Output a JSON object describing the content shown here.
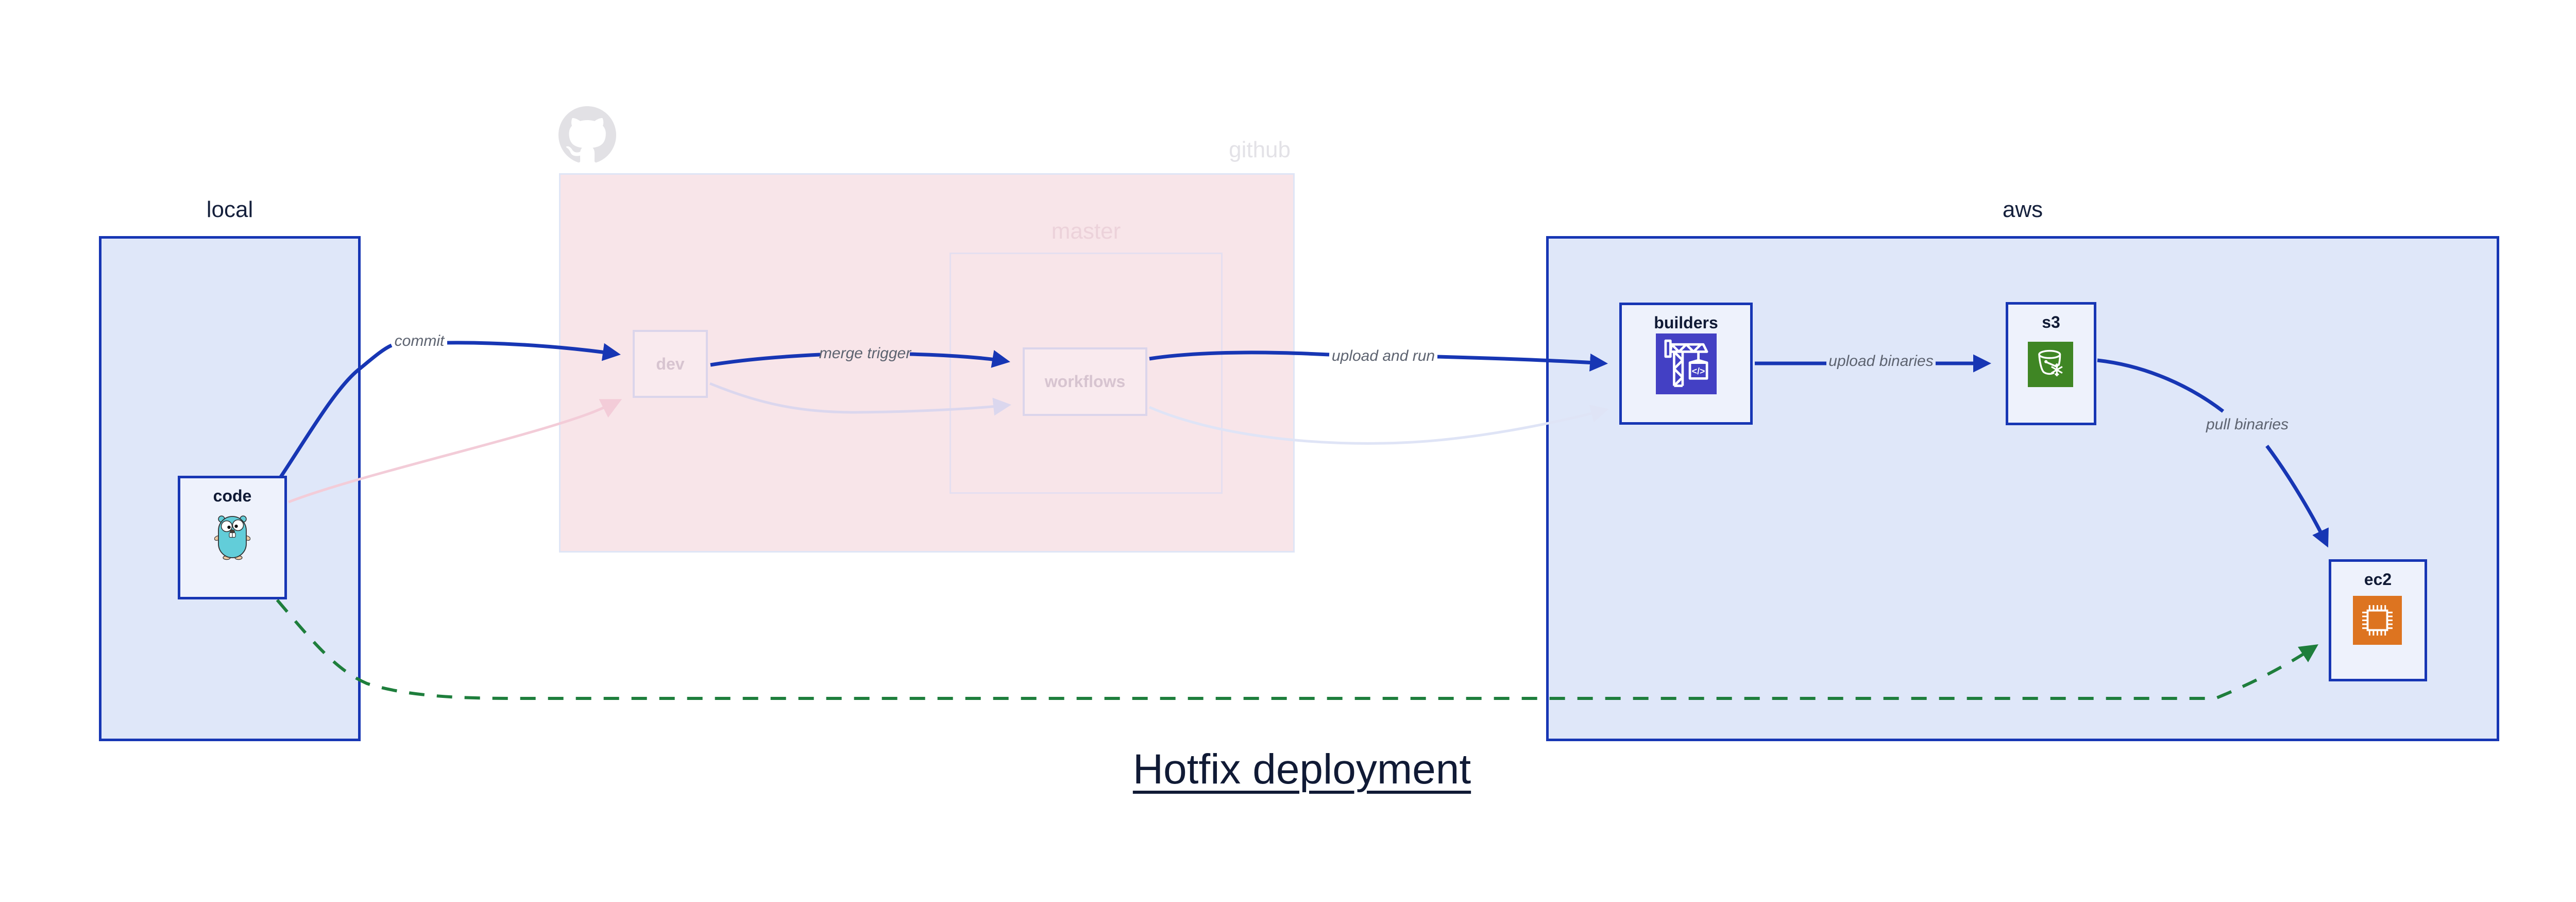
{
  "title": "Hotfix deployment",
  "regions": {
    "local": {
      "label": "local"
    },
    "github": {
      "label": "github",
      "master": "master"
    },
    "aws": {
      "label": "aws"
    }
  },
  "nodes": {
    "code": {
      "label": "code",
      "icon": "go-gopher-icon"
    },
    "dev": {
      "label": "dev"
    },
    "workflows": {
      "label": "workflows"
    },
    "builders": {
      "label": "builders",
      "icon": "codebuild-crane-icon",
      "icon_symbol": "</>"
    },
    "s3": {
      "label": "s3",
      "icon": "s3-bucket-icon"
    },
    "ec2": {
      "label": "ec2",
      "icon": "ec2-chip-icon"
    }
  },
  "edges": {
    "commit": {
      "label": "commit",
      "style": "solid-blue"
    },
    "merge_trigger": {
      "label": "merge trigger",
      "style": "solid-blue"
    },
    "upload_and_run": {
      "label": "upload and run",
      "style": "solid-blue"
    },
    "upload_binaries": {
      "label": "upload binaries",
      "style": "solid-blue"
    },
    "pull_binaries": {
      "label": "pull binaries",
      "style": "solid-blue"
    },
    "hotfix_code_to_ec2": {
      "label": "",
      "style": "dashed-green"
    },
    "faded_code_to_dev": {
      "label": "",
      "style": "faded-pink"
    },
    "faded_dev_to_workflows": {
      "label": "",
      "style": "faded-lavender"
    },
    "faded_workflows_to_builders": {
      "label": "",
      "style": "faded-blue"
    }
  },
  "colors": {
    "accent_blue": "#1736b4",
    "hotfix_green": "#1e7e3c",
    "faded_pink_edge": "#f3ccd8",
    "faded_lavender_edge": "#dbd7ee",
    "faded_blue_edge": "#dfe4f6",
    "codebuild_indigo": "#4340c4",
    "s3_green": "#3f8624",
    "ec2_orange": "#dd7420",
    "github_pink_fill": "#f8e5e9",
    "group_blue_fill": "#dfe7f9"
  }
}
